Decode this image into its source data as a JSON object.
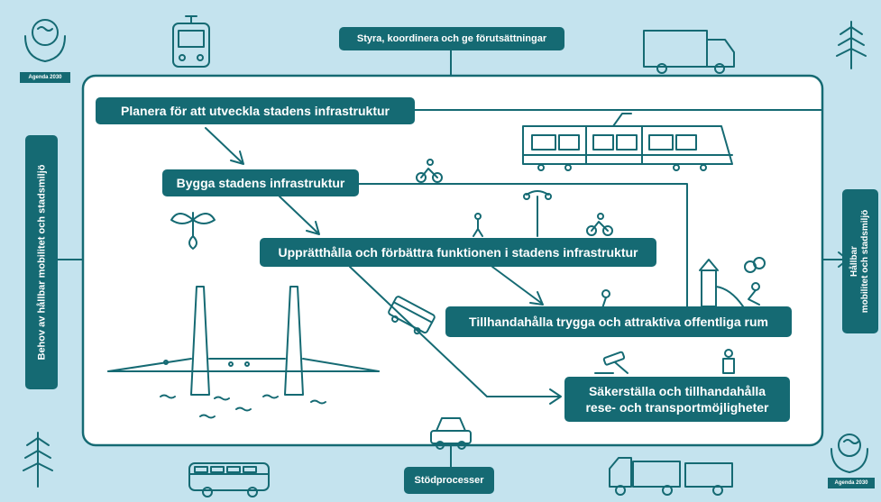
{
  "title_top": "Styra, koordinera och ge förutsättningar",
  "support": "Stödprocesser",
  "left_vertical": "Behov av hållbar mobilitet och stadsmiljö",
  "right_vertical_line1": "Hållbar",
  "right_vertical_line2": "mobilitet och stadsmiljö",
  "processes": {
    "plan": "Planera för att utveckla stadens infrastruktur",
    "build": "Bygga stadens infrastruktur",
    "maintain": "Upprätthålla och förbättra funktionen i stadens infrastruktur",
    "public_spaces": "Tillhandahålla trygga och attraktiva offentliga rum",
    "transport_line1": "Säkerställa och tillhandahålla",
    "transport_line2": "rese- och transportmöjligheter"
  },
  "agenda_label": "Agenda 2030",
  "colors": {
    "background": "#c4e3ee",
    "teal": "#156a73",
    "white": "#ffffff"
  },
  "icons": [
    "globe-hands-icon",
    "tram-front-icon",
    "truck-icon",
    "tree-icon",
    "tram-icon",
    "bicycle-icon",
    "street-lamp-icon",
    "pedestrian-icon",
    "sprout-icon",
    "bus-icon",
    "playground-icon",
    "gavel-icon",
    "elderly-icon",
    "bridge-icon",
    "car-icon",
    "truck-trailer-icon"
  ]
}
